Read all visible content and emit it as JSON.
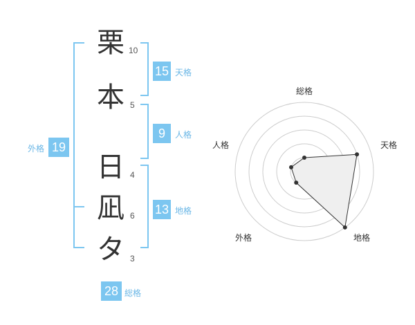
{
  "name": {
    "chars": [
      {
        "char": "栗",
        "strokes": "10"
      },
      {
        "char": "本",
        "strokes": "5"
      },
      {
        "char": "日",
        "strokes": "4"
      },
      {
        "char": "凪",
        "strokes": "6"
      },
      {
        "char": "タ",
        "strokes": "3"
      }
    ]
  },
  "fortune": {
    "tenkaku": {
      "value": "15",
      "label": "天格"
    },
    "jinkaku": {
      "value": "9",
      "label": "人格"
    },
    "chikaku": {
      "value": "13",
      "label": "地格"
    },
    "gaikaku": {
      "value": "19",
      "label": "外格"
    },
    "soukaku": {
      "value": "28",
      "label": "総格"
    }
  },
  "radar": {
    "labels": {
      "top": "総格",
      "right": "天格",
      "bottom_right": "地格",
      "bottom_left": "外格",
      "left": "人格"
    },
    "colors": {
      "accent": "#7cc6f0",
      "fill": "#efefef",
      "stroke": "#333333",
      "ring": "#cccccc"
    }
  },
  "chart_data": {
    "type": "radar",
    "axes": [
      "総格",
      "天格",
      "地格",
      "外格",
      "人格"
    ],
    "values": [
      1,
      4,
      5,
      1,
      1
    ],
    "rmax": 5
  }
}
